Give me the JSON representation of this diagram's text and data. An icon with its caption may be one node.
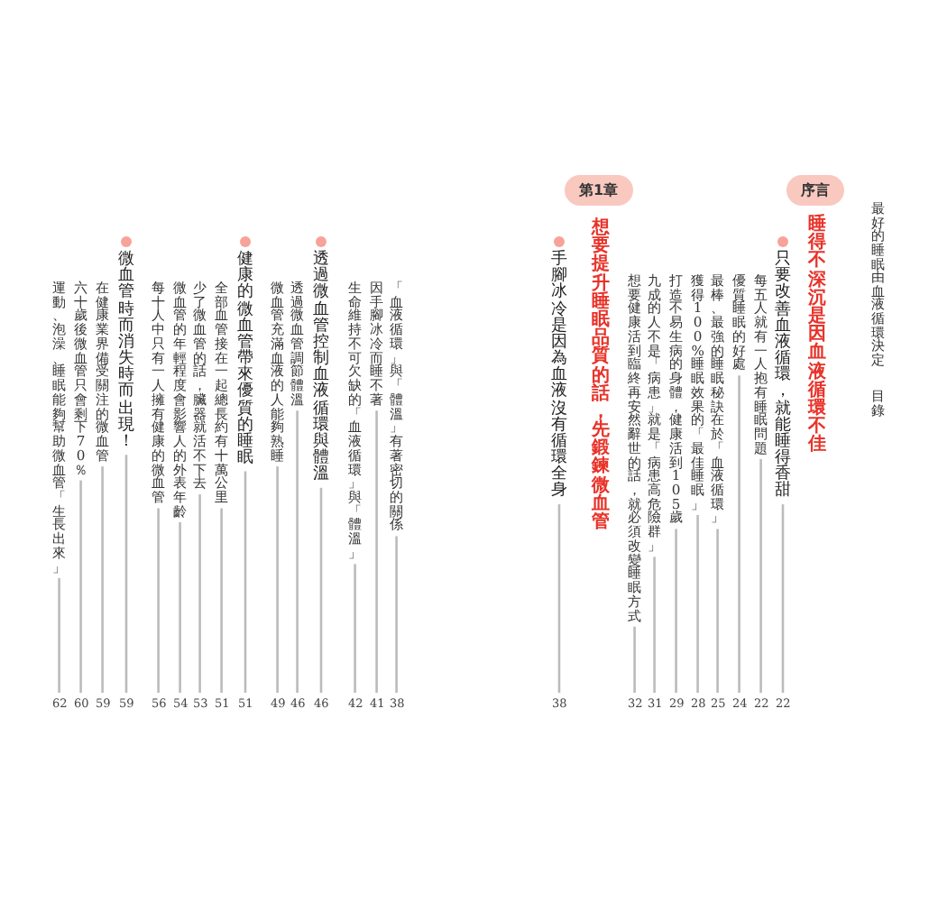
{
  "diagram": {
    "title": "最好的睡眠由血液循環決定",
    "nodes": [
      {
        "text": [
          "序言"
        ]
      },
      {
        "text": [
          "只要改善血液循環，就能睡得香甜"
        ]
      },
      {
        "text": [
          "22"
        ]
      },
      {
        "text": [
          "每五人就有一人抱有睡眠問題"
        ]
      },
      {
        "text": [
          "22"
        ]
      },
      {
        "text": [
          "優質睡眠的好處"
        ]
      },
      {
        "text": [
          "24"
        ]
      },
      {
        "text": [
          "最棒、最強的睡眠秘訣在於「血液循環」"
        ]
      },
      {
        "text": [
          "25"
        ]
      },
      {
        "text": [
          "獲得100%睡眠效果的「最佳睡眠」"
        ]
      },
      {
        "text": [
          "28"
        ]
      },
      {
        "text": [
          "打造不易生病的身體，健康活到105歲"
        ]
      },
      {
        "text": [
          "29"
        ]
      },
      {
        "text": [
          "九成的人不是「病患」就是「病患高危險群」"
        ]
      },
      {
        "text": [
          "31"
        ]
      },
      {
        "text": [
          "想要健康活到臨終再安然辭世的話，就必須改變睡眠方式"
        ]
      },
      {
        "text": [
          "32"
        ]
      },
      {
        "text": [
          "第1章"
        ]
      },
      {
        "text": [
          "手腳冰冷是因為血液沒有循環全身"
        ]
      },
      {
        "text": [
          "38"
        ]
      },
      {
        "text": [
          "「血液循環」與「體溫」有著密切的關係"
        ]
      },
      {
        "text": [
          "38"
        ]
      },
      {
        "text": [
          "因手腳冰冷而睡不著"
        ]
      },
      {
        "text": [
          "41"
        ]
      },
      {
        "text": [
          "生命維持不可欠缺的「血液循環」與「體溫」"
        ]
      },
      {
        "text": [
          "42"
        ]
      },
      {
        "text": [
          "透過微血管控制血液循環與體溫"
        ]
      },
      {
        "text": [
          "46"
        ]
      },
      {
        "text": [
          "透過微血管調節體溫"
        ]
      },
      {
        "text": [
          "46"
        ]
      },
      {
        "text": [
          "微血管充滿血液的人能夠熟睡"
        ]
      },
      {
        "text": [
          "49"
        ]
      },
      {
        "text": [
          "健康的微血管帶來優質的睡眠"
        ]
      },
      {
        "text": [
          "51"
        ]
      },
      {
        "text": [
          "全部血管接在一起總長約有十萬公里"
        ]
      },
      {
        "text": [
          "51"
        ]
      },
      {
        "text": [
          "少了微血管的話，臟器就活不下去"
        ]
      },
      {
        "text": [
          "53"
        ]
      },
      {
        "text": [
          "微血管的年輕程度會影響人的外表年齡"
        ]
      },
      {
        "text": [
          "54"
        ]
      },
      {
        "text": [
          "每十人中只有一人擁有健康的微血管"
        ]
      },
      {
        "text": [
          "56"
        ]
      },
      {
        "text": [
          "微血管時而消失時而出現！"
        ]
      },
      {
        "text": [
          "59"
        ]
      },
      {
        "text": [
          "在健康業界備受關注的微血管"
        ]
      },
      {
        "text": [
          "59"
        ]
      },
      {
        "text": [
          "六十歲後微血管只會剩下70％"
        ]
      },
      {
        "text": [
          "60"
        ]
      },
      {
        "text": [
          "運動、泡澡、睡眠能夠幫助微血管「生長出來」"
        ]
      },
      {
        "text": [
          "62"
        ]
      }
    ],
    "edges": [
      {
        "from": 1,
        "to": 2,
        "arrow": "none"
      },
      {
        "from": 3,
        "to": 4,
        "arrow": "none"
      },
      {
        "from": 5,
        "to": 6,
        "arrow": "none"
      },
      {
        "from": 7,
        "to": 8,
        "arrow": "none"
      },
      {
        "from": 9,
        "to": 10,
        "arrow": "none"
      },
      {
        "from": 11,
        "to": 12,
        "arrow": "none"
      },
      {
        "from": 13,
        "to": 14,
        "arrow": "none"
      },
      {
        "from": 15,
        "to": 16,
        "arrow": "none"
      },
      {
        "from": 18,
        "to": 19,
        "arrow": "none"
      },
      {
        "from": 20,
        "to": 21,
        "arrow": "none"
      },
      {
        "from": 22,
        "to": 23,
        "arrow": "none"
      },
      {
        "from": 24,
        "to": 25,
        "arrow": "none"
      },
      {
        "from": 26,
        "to": 27,
        "arrow": "none"
      },
      {
        "from": 28,
        "to": 29,
        "arrow": "none"
      },
      {
        "from": 30,
        "to": 31,
        "arrow": "none"
      },
      {
        "from": 32,
        "to": 33,
        "arrow": "none"
      },
      {
        "from": 34,
        "to": 35,
        "arrow": "none"
      },
      {
        "from": 36,
        "to": 37,
        "arrow": "none"
      },
      {
        "from": 38,
        "to": 39,
        "arrow": "none"
      },
      {
        "from": 40,
        "to": 41,
        "arrow": "none"
      },
      {
        "from": 42,
        "to": 43,
        "arrow": "none"
      },
      {
        "from": 44,
        "to": 45,
        "arrow": "none"
      },
      {
        "from": 46,
        "to": 47,
        "arrow": "none"
      },
      {
        "from": 48,
        "to": 49,
        "arrow": "none"
      }
    ],
    "labels": [
      "目錄",
      "睡得不深沉是因血液循環不佳",
      "想要提升睡眠品質的話，先鍛鍊微血管"
    ]
  }
}
